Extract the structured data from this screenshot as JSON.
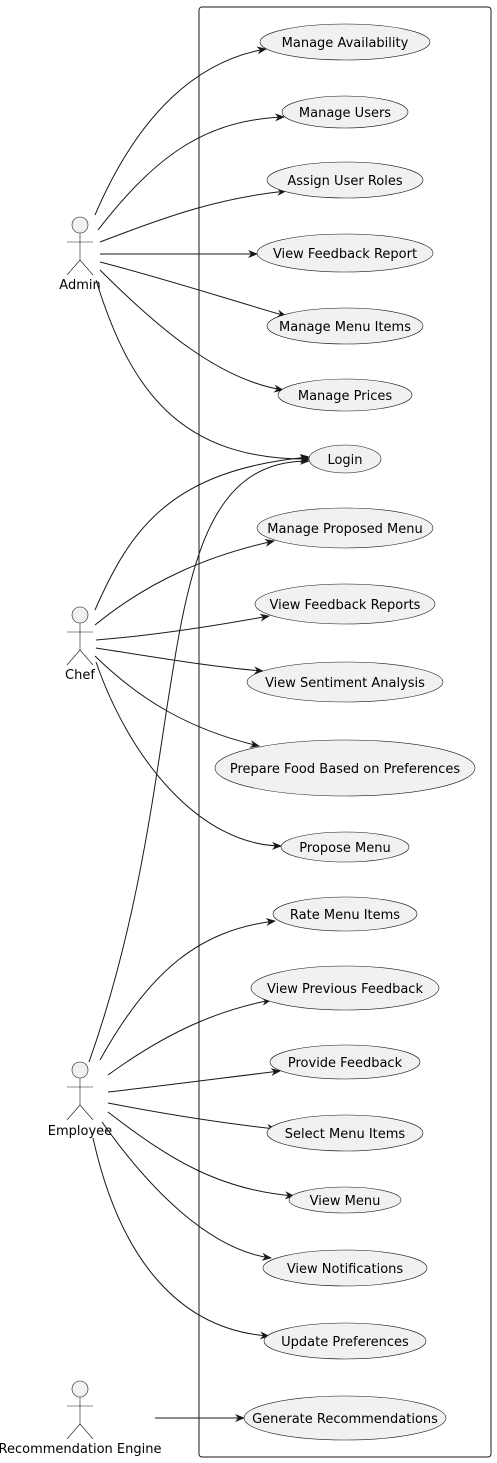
{
  "diagram": {
    "actors": [
      {
        "id": "admin",
        "name": "Admin"
      },
      {
        "id": "chef",
        "name": "Chef"
      },
      {
        "id": "employee",
        "name": "Employee"
      },
      {
        "id": "reco",
        "name": "Recommendation Engine"
      }
    ],
    "use_cases": [
      {
        "id": "manage_availability",
        "label": "Manage Availability"
      },
      {
        "id": "manage_users",
        "label": "Manage Users"
      },
      {
        "id": "assign_roles",
        "label": "Assign User Roles"
      },
      {
        "id": "view_feedback_report",
        "label": "View Feedback Report"
      },
      {
        "id": "manage_menu_items",
        "label": "Manage Menu Items"
      },
      {
        "id": "manage_prices",
        "label": "Manage Prices"
      },
      {
        "id": "login",
        "label": "Login"
      },
      {
        "id": "manage_proposed_menu",
        "label": "Manage Proposed Menu"
      },
      {
        "id": "view_feedback_reports",
        "label": "View Feedback Reports"
      },
      {
        "id": "view_sentiment",
        "label": "View Sentiment Analysis"
      },
      {
        "id": "prepare_food",
        "label": "Prepare Food Based on Preferences"
      },
      {
        "id": "propose_menu",
        "label": "Propose Menu"
      },
      {
        "id": "rate_menu_items",
        "label": "Rate Menu Items"
      },
      {
        "id": "view_prev_feedback",
        "label": "View Previous Feedback"
      },
      {
        "id": "provide_feedback",
        "label": "Provide Feedback"
      },
      {
        "id": "select_menu_items",
        "label": "Select Menu Items"
      },
      {
        "id": "view_menu",
        "label": "View Menu"
      },
      {
        "id": "view_notifications",
        "label": "View Notifications"
      },
      {
        "id": "update_preferences",
        "label": "Update Preferences"
      },
      {
        "id": "generate_recommendations",
        "label": "Generate Recommendations"
      }
    ],
    "associations": [
      {
        "from": "admin",
        "to": "manage_availability"
      },
      {
        "from": "admin",
        "to": "manage_users"
      },
      {
        "from": "admin",
        "to": "assign_roles"
      },
      {
        "from": "admin",
        "to": "view_feedback_report"
      },
      {
        "from": "admin",
        "to": "manage_menu_items"
      },
      {
        "from": "admin",
        "to": "manage_prices"
      },
      {
        "from": "admin",
        "to": "login"
      },
      {
        "from": "chef",
        "to": "login"
      },
      {
        "from": "chef",
        "to": "manage_proposed_menu"
      },
      {
        "from": "chef",
        "to": "view_feedback_reports"
      },
      {
        "from": "chef",
        "to": "view_sentiment"
      },
      {
        "from": "chef",
        "to": "prepare_food"
      },
      {
        "from": "chef",
        "to": "propose_menu"
      },
      {
        "from": "employee",
        "to": "login"
      },
      {
        "from": "employee",
        "to": "rate_menu_items"
      },
      {
        "from": "employee",
        "to": "view_prev_feedback"
      },
      {
        "from": "employee",
        "to": "provide_feedback"
      },
      {
        "from": "employee",
        "to": "select_menu_items"
      },
      {
        "from": "employee",
        "to": "view_menu"
      },
      {
        "from": "employee",
        "to": "view_notifications"
      },
      {
        "from": "employee",
        "to": "update_preferences"
      },
      {
        "from": "reco",
        "to": "generate_recommendations"
      }
    ]
  }
}
